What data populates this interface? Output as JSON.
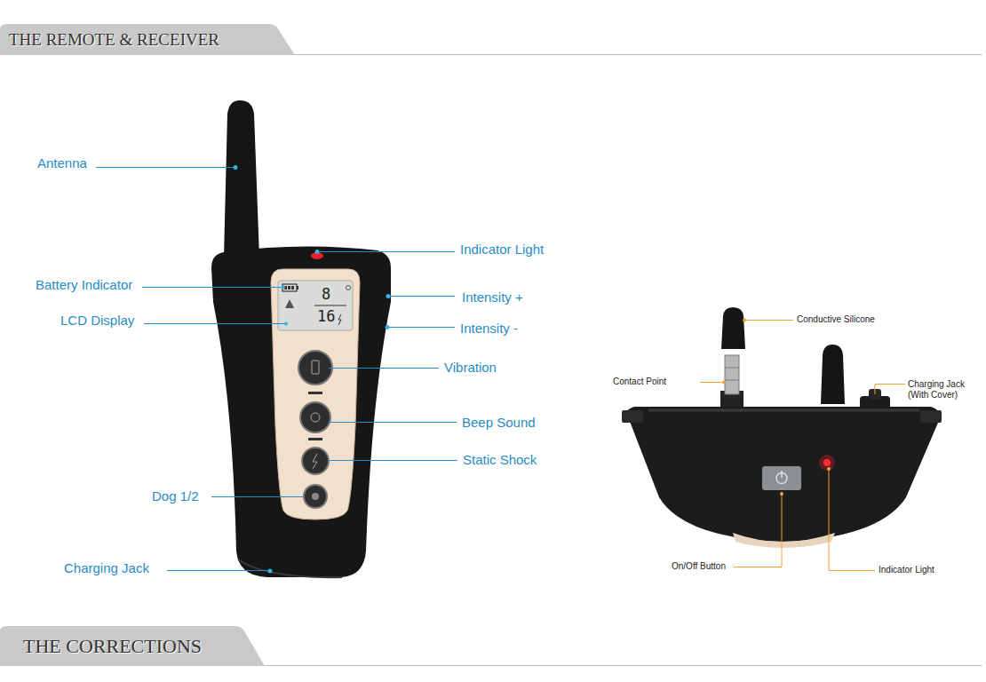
{
  "diagram": {
    "nodes": [
      {
        "text": [
          "THE REMOTE & RECEIVER"
        ]
      },
      {
        "text": [
          "THE CORRECTIONS"
        ]
      }
    ],
    "labels": [
      "Antenna",
      "Indicator Light",
      "Battery Indicator",
      "Intensity +",
      "LCD Display",
      "Intensity -",
      "Vibration",
      "Beep Sound",
      "Static Shock",
      "Dog 1/2",
      "Charging Jack",
      "Conductive Silicone",
      "Contact Point",
      "Charging Jack (With Cover)",
      "On/Off Button",
      "Indicator Light",
      "8",
      "16"
    ]
  }
}
